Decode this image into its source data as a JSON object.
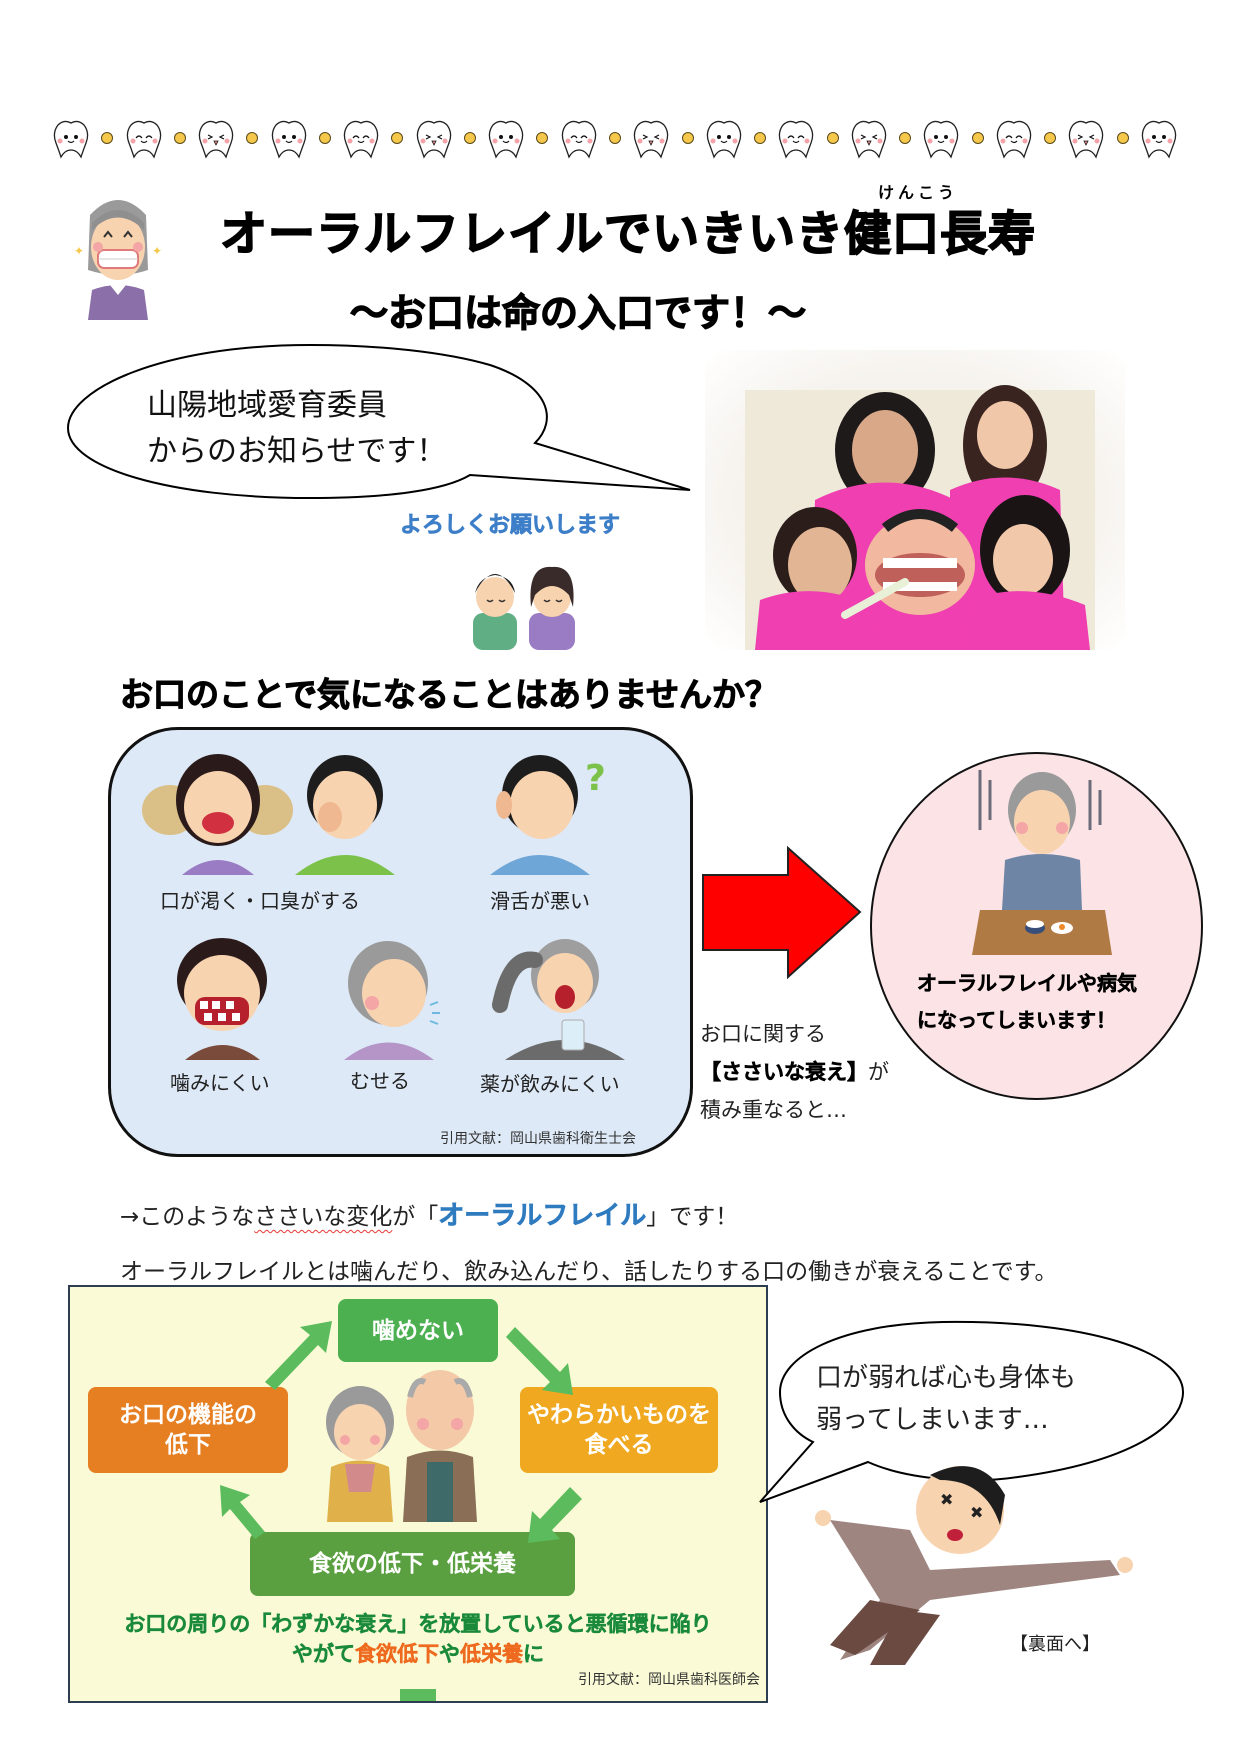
{
  "decor": {
    "tooth_border": [
      "smile",
      "happy",
      "laugh",
      "smile",
      "happy",
      "laugh",
      "smile",
      "happy",
      "laugh",
      "smile",
      "happy",
      "laugh",
      "smile",
      "happy",
      "laugh",
      "smile"
    ]
  },
  "header": {
    "title": "オーラルフレイルでいきいき健口長寿",
    "ruby": "けんこう",
    "subtitle": "～お口は命の入口です！～"
  },
  "intro": {
    "bubble_line1": "山陽地域愛育委員",
    "bubble_line2": "からのお知らせです！",
    "greeting": "よろしくお願いします",
    "photo_alt": "pink-vest-volunteers-with-dental-model"
  },
  "question": {
    "heading": "お口のことで気になることはありませんか？",
    "symptoms": [
      {
        "label": "口が渇く・口臭がする",
        "icon": "bad-breath-illustration"
      },
      {
        "label": "滑舌が悪い",
        "icon": "hard-of-hearing-illustration"
      },
      {
        "label": "噛みにくい",
        "icon": "bad-teeth-illustration"
      },
      {
        "label": "むせる",
        "icon": "choking-illustration"
      },
      {
        "label": "薬が飲みにくい",
        "icon": "pill-swallow-illustration"
      }
    ],
    "citation": "引用文献：岡山県歯科衛生士会"
  },
  "result": {
    "accum_line1": "お口に関する",
    "accum_bold": "【ささいな衰え】",
    "accum_suffix": "が",
    "accum_line3": "積み重なると…",
    "circle_line1": "オーラルフレイルや病気",
    "circle_line2": "になってしまいます！",
    "arrow_color": "#ff0000"
  },
  "explanation": {
    "line1_prefix": "→このような",
    "line1_wavy": "ささいな変化",
    "line1_mid": "が「",
    "line1_highlight": "オーラルフレイル",
    "line1_suffix": "」です！",
    "line2": "オーラルフレイルとは噛んだり、飲み込んだり、話したりする口の働きが衰えることです。"
  },
  "cycle": {
    "top": "噛めない",
    "right_line1": "やわらかいものを",
    "right_line2": "食べる",
    "bottom": "食欲の低下・低栄養",
    "left_line1": "お口の機能の",
    "left_line2": "低下",
    "msg_line1": "お口の周りの「わずかな衰え」を放置していると悪循環に陥り",
    "msg_line2_prefix": "やがて",
    "msg_line2_orange1": "食欲低下",
    "msg_line2_mid": "や",
    "msg_line2_orange2": "低栄養",
    "msg_line2_suffix": "に",
    "citation": "引用文献：岡山県歯科医師会"
  },
  "closing": {
    "bubble_line1": "口が弱れば心も身体も",
    "bubble_line2": "弱ってしまいます…",
    "back_note": "【裏面へ】"
  }
}
